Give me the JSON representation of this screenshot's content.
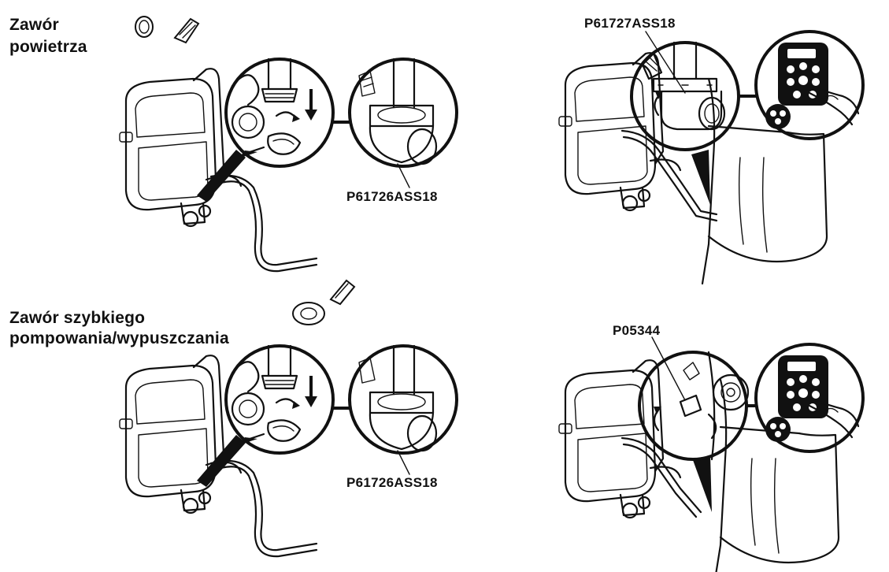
{
  "sections": [
    {
      "title_line1": "Zawór",
      "title_line2": "powietrza",
      "left_part": "P61726ASS18",
      "right_part": "P61727ASS18"
    },
    {
      "title_line1": "Zawór szybkiego",
      "title_line2": "pompowania/wypuszczania",
      "left_part": "P61726ASS18",
      "right_part": "P05344"
    }
  ]
}
